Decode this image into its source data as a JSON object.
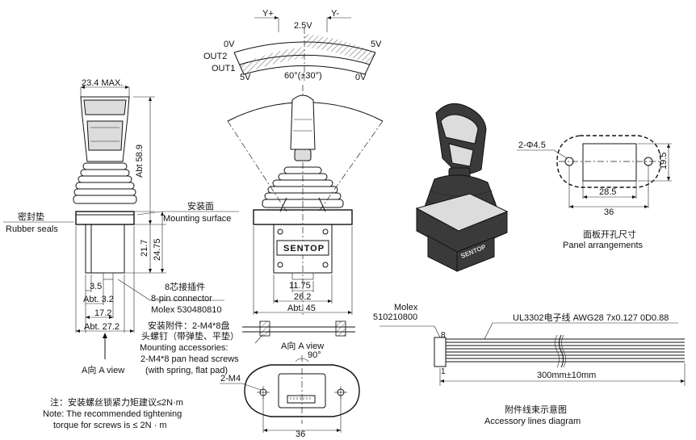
{
  "top_arc": {
    "y_plus": "Y+",
    "y_minus": "Y-",
    "center_v": "2.5V",
    "left_0v": "0V",
    "out2": "OUT2",
    "out1": "OUT1",
    "left_5v": "5V",
    "right_5v": "5V",
    "right_0v": "0V",
    "angle": "60°(±30°)"
  },
  "side_view": {
    "width_max": "23.4 MAX.",
    "height": "Abt 58.9",
    "seal_cn": "密封垫",
    "seal_en": "Rubber seals",
    "mount_cn": "安装面",
    "mount_en": "Mounting surface",
    "dim_21_7": "21.7",
    "dim_24_75": "24.75",
    "dim_3_5": "3.5",
    "dim_3_2": "Abt. 3.2",
    "dim_17_2": "17.2",
    "dim_27_2": "Abt. 27.2",
    "connector_cn": "8芯接插件",
    "connector_en": "8-pin connector",
    "molex_part": "Molex 530480810",
    "a_view": "A向 A view"
  },
  "front_view": {
    "dim_11_75": "11.75",
    "dim_26_2": "26.2",
    "dim_45": "Abt. 45",
    "brand": "SENTOP",
    "accessory_cn_1": "安装附件：2-M4*8盘",
    "accessory_cn_2": "头螺钉（带弹垫、平垫）",
    "accessory_en_1": "Mounting accessories:",
    "accessory_en_2": "2-M4*8 pan head screws",
    "accessory_en_3": "(with spring, flat pad)"
  },
  "a_view": {
    "title": "A向 A view",
    "angle": "90°",
    "screw": "2-M4",
    "dim_36": "36"
  },
  "iso_view": {
    "brand": "SENTOP"
  },
  "panel": {
    "hole": "2-Φ4.5",
    "dim_19_5": "19.5",
    "dim_28_5": "28.5",
    "dim_36": "36",
    "title_cn": "面板开孔尺寸",
    "title_en": "Panel arrangements"
  },
  "cable": {
    "molex_label": "Molex",
    "molex_part": "510210800",
    "wire_spec": "UL3302电子线 AWG28 7x0.127 0D0.88",
    "pin_8": "8",
    "pin_1": "1",
    "length": "300mm±10mm",
    "title_cn": "附件线束示意图",
    "title_en": "Accessory lines diagram"
  },
  "note": {
    "cn": "注：安装螺丝锁紧力矩建议≤2N·m",
    "en_1": "Note: The recommended tightening",
    "en_2": "torque for screws is ≤ 2N · m"
  }
}
